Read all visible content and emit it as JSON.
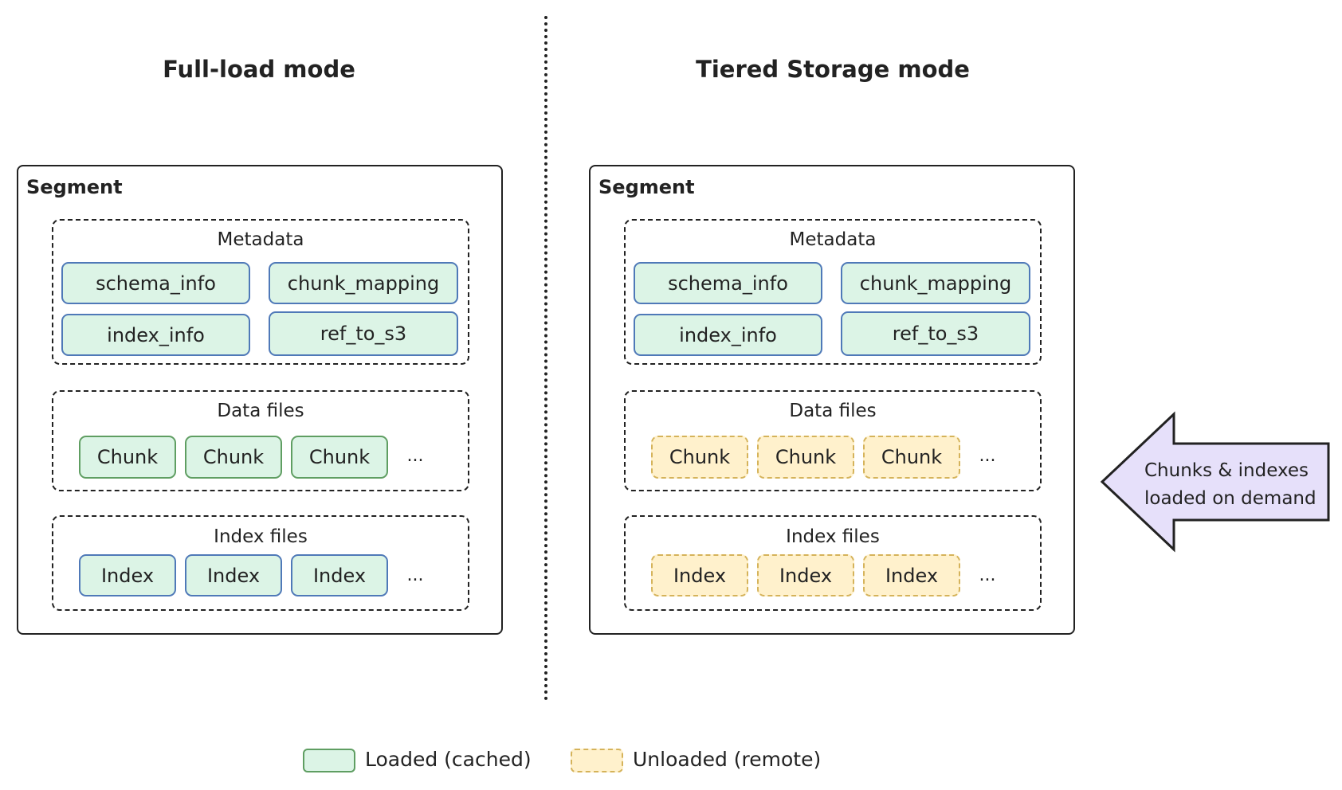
{
  "panels": {
    "full": {
      "title": "Full-load mode",
      "segment_label": "Segment",
      "metadata": {
        "label": "Metadata",
        "items": [
          "schema_info",
          "chunk_mapping",
          "index_info",
          "ref_to_s3"
        ]
      },
      "data_files": {
        "label": "Data files",
        "items": [
          "Chunk",
          "Chunk",
          "Chunk"
        ],
        "more": "..."
      },
      "index_files": {
        "label": "Index files",
        "items": [
          "Index",
          "Index",
          "Index"
        ],
        "more": "..."
      }
    },
    "tiered": {
      "title": "Tiered Storage mode",
      "segment_label": "Segment",
      "metadata": {
        "label": "Metadata",
        "items": [
          "schema_info",
          "chunk_mapping",
          "index_info",
          "ref_to_s3"
        ]
      },
      "data_files": {
        "label": "Data files",
        "items": [
          "Chunk",
          "Chunk",
          "Chunk"
        ],
        "more": "..."
      },
      "index_files": {
        "label": "Index files",
        "items": [
          "Index",
          "Index",
          "Index"
        ],
        "more": "..."
      }
    }
  },
  "arrow": {
    "line1": "Chunks & indexes",
    "line2": "loaded on demand"
  },
  "legend": {
    "loaded": "Loaded (cached)",
    "unloaded": "Unloaded (remote)"
  },
  "colors": {
    "loaded_fill": "#dcf4e6",
    "unloaded_fill": "#fff1cc",
    "meta_border": "#4f79b8",
    "chunk_border": "#5f9e62",
    "unloaded_border": "#d5b35a",
    "arrow_fill": "#e6e0fa"
  }
}
